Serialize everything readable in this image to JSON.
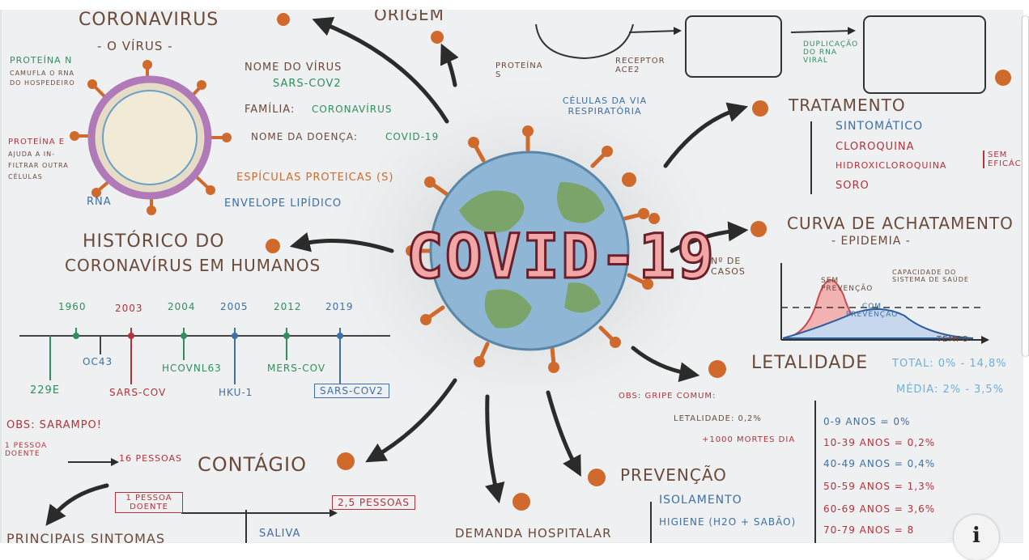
{
  "colors": {
    "accent_red": "#b5323a",
    "accent_green": "#2f8f5c",
    "accent_blue": "#3d6fa8",
    "accent_orange": "#d36a2b"
  },
  "virus_section": {
    "title": "CORONAVIRUS",
    "subtitle": "- O VÍRUS -",
    "label_protein_n": "PROTEÍNA N",
    "label_protein_n2": "CAMUFLA O RNA",
    "label_protein_n3": "DO HOSPEDEIRO",
    "label_protein_e": "PROTEÍNA E",
    "label_protein_e2": "AJUDA A IN-",
    "label_protein_e3": "FILTRAR OUTRA",
    "label_protein_e4": "CÉLULAS",
    "label_rna": "RNA",
    "name_label": "NOME DO VÍRUS",
    "name_value": "SARS-COV2",
    "family_label": "FAMÍLIA:",
    "family_value": "CORONAVÍRUS",
    "disease_label": "NOME DA DOENÇA:",
    "disease_value": "COVID-19",
    "spikes": "ESPÍCULAS PROTEICAS (S)",
    "envelope": "ENVELOPE LIPÍDICO"
  },
  "origin": {
    "title": "ORIGEM",
    "protein_s": "PROTEÍNA S",
    "receptor": "RECEPTOR ACE2",
    "cells": "CÉLULAS DA VIA RESPIRATÓRIA",
    "replication": "DUPLICAÇÃO DO RNA VIRAL"
  },
  "center": {
    "title": "COVID-19"
  },
  "history": {
    "title": "HISTÓRICO DO",
    "title2": "CORONAVÍRUS EM HUMANOS",
    "years": [
      "1960",
      "2003",
      "2004",
      "2005",
      "2012",
      "2019"
    ],
    "names": [
      "229E",
      "OC43",
      "SARS-COV",
      "HCOVNL63",
      "HKU-1",
      "MERS-COV",
      "SARS-COV2"
    ]
  },
  "treatment": {
    "title": "TRATAMENTO",
    "items": [
      "SINTOMÁTICO",
      "CLOROQUINA",
      "HIDROXICLOROQUINA",
      "SORO"
    ],
    "note": "SEM EFICÁCIA"
  },
  "curve": {
    "title": "CURVA DE ACHATAMENTO",
    "subtitle": "- EPIDEMIA -",
    "ylabel": "Nº DE CASOS",
    "xlabel": "TEMPO",
    "without": "SEM PREVENÇÃO",
    "with": "COM PREVENÇÃO",
    "capacity": "CAPACIDADE DO SISTEMA DE SAÚDE"
  },
  "lethality": {
    "title": "LETALIDADE",
    "total": "TOTAL: 0% - 14,8%",
    "media": "MÉDIA: 2% - 3,5%",
    "flu_note": "OBS: GRIPE COMUM:",
    "flu_rate": "LETALIDADE: 0,2%",
    "flu_deaths": "+1000 MORTES DIA",
    "ages": [
      "0-9 ANOS = 0%",
      "10-39 ANOS = 0,2%",
      "40-49 ANOS = 0,4%",
      "50-59 ANOS = 1,3%",
      "60-69 ANOS = 3,6%",
      "70-79 ANOS = 8"
    ]
  },
  "contagion": {
    "title": "CONTÁGIO",
    "obs": "OBS: SARAMPO!",
    "one_person": "1 PESSOA DOENTE",
    "sixteen": "16 PESSOAS",
    "box_left": "1 PESSOA DOENTE",
    "box_right": "2,5 PESSOAS",
    "saliva": "SALIVA",
    "symptoms": "PRINCIPAIS SINTOMAS"
  },
  "prevention": {
    "title": "PREVENÇÃO",
    "items": [
      "ISOLAMENTO",
      "HIGIENE (H2O + SABÃO)"
    ]
  },
  "hospital": {
    "title": "DEMANDA HOSPITALAR"
  },
  "info_button": {
    "label": "i"
  }
}
